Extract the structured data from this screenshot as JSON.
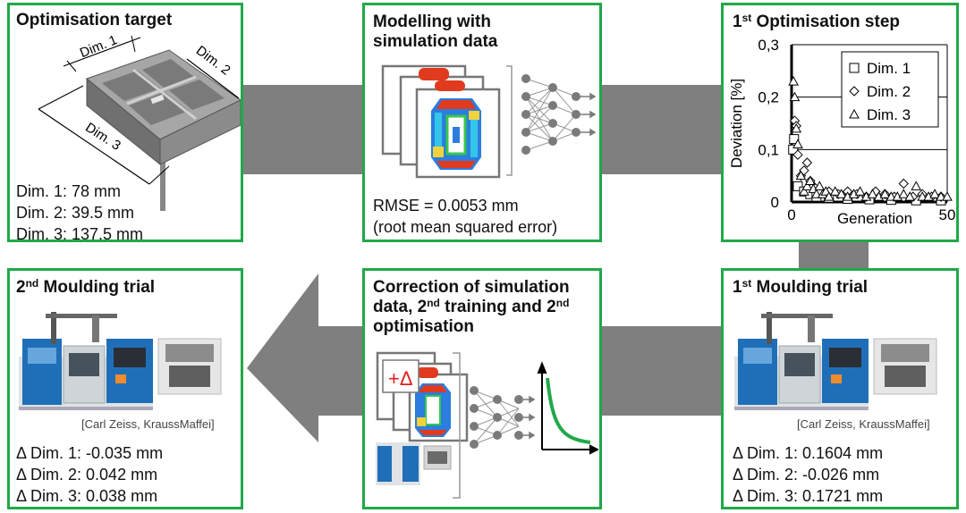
{
  "boxes": {
    "target": {
      "title": "Optimisation target",
      "part_labels": [
        "Dim. 1",
        "Dim. 2",
        "Dim. 3"
      ],
      "lines": [
        "Dim. 1:  78 mm",
        "Dim. 2:  39.5 mm",
        "Dim. 3:  137.5 mm"
      ]
    },
    "modelling": {
      "title_lines": [
        "Modelling with",
        "simulation data"
      ],
      "lines": [
        "RMSE = 0.0053 mm",
        "(root mean squared error)"
      ]
    },
    "step": {
      "title_sup": "st",
      "title_pre": "1",
      "title_post": " Optimisation step"
    },
    "trial1": {
      "title_pre": "1",
      "title_sup": "st",
      "title_post": " Moulding trial",
      "credit": "[Carl Zeiss, KraussMaffei]",
      "lines": [
        "Δ Dim. 1:  0.1604 mm",
        "Δ Dim. 2:  -0.026 mm",
        "Δ Dim. 3:  0.1721 mm"
      ]
    },
    "correction": {
      "line1": "Correction of simulation",
      "line2_pre": "data, 2",
      "line2_sup1": "nd",
      "line2_mid": " training and 2",
      "line2_sup2": "nd",
      "line3": "optimisation",
      "delta_label": "+Δ"
    },
    "trial2": {
      "title_pre": "2",
      "title_sup": "nd",
      "title_post": " Moulding trial",
      "credit": "[Carl Zeiss, KraussMaffei]",
      "lines": [
        "Δ Dim. 1:  -0.035 mm",
        "Δ Dim. 2:  0.042 mm",
        "Δ Dim. 3:  0.038 mm"
      ]
    }
  },
  "colors": {
    "border": "#21a84a",
    "arrow": "#7f7f7f",
    "curve": "#21a84a"
  },
  "chart_data": {
    "type": "scatter",
    "title": "",
    "xlabel": "Generation",
    "ylabel": "Deviation    [%]",
    "xlim": [
      0,
      50
    ],
    "ylim": [
      0,
      0.3
    ],
    "xticks": [
      "0",
      "50"
    ],
    "yticks": [
      "0",
      "0,1",
      "0,2",
      "0,3"
    ],
    "grid": true,
    "legend": "top-right",
    "series": [
      {
        "name": "Dim. 1",
        "marker": "square",
        "x": [
          0.5,
          0.8,
          2,
          4,
          6,
          8,
          12,
          18,
          25,
          32,
          40,
          48
        ],
        "y": [
          0.1,
          0.12,
          0.03,
          0.02,
          0.015,
          0.01,
          0.008,
          0.006,
          0.005,
          0.004,
          0.003,
          0.003
        ]
      },
      {
        "name": "Dim. 2",
        "marker": "diamond",
        "x": [
          1,
          1.5,
          2,
          3,
          4,
          5,
          6,
          7,
          9,
          12,
          15,
          18,
          21,
          24,
          27,
          30,
          33,
          36,
          39,
          42,
          45,
          48
        ],
        "y": [
          0.155,
          0.145,
          0.09,
          0.05,
          0.06,
          0.075,
          0.04,
          0.03,
          0.02,
          0.02,
          0.015,
          0.02,
          0.015,
          0.01,
          0.02,
          0.015,
          0.01,
          0.035,
          0.01,
          0.015,
          0.01,
          0.01
        ]
      },
      {
        "name": "Dim. 3",
        "marker": "triangle",
        "x": [
          0.6,
          1,
          1.5,
          2,
          3,
          4,
          5,
          6,
          7,
          8,
          9,
          10,
          11,
          12,
          14,
          16,
          18,
          20,
          22,
          24,
          26,
          28,
          30,
          32,
          34,
          36,
          38,
          40,
          42,
          44,
          46,
          48,
          50
        ],
        "y": [
          0.23,
          0.2,
          0.14,
          0.11,
          0.05,
          0.02,
          0.03,
          0.04,
          0.025,
          0.015,
          0.03,
          0.015,
          0.02,
          0.01,
          0.02,
          0.015,
          0.01,
          0.015,
          0.02,
          0.01,
          0.015,
          0.01,
          0.015,
          0.01,
          0.01,
          0.015,
          0.01,
          0.03,
          0.01,
          0.01,
          0.015,
          0.01,
          0.01
        ]
      }
    ]
  }
}
